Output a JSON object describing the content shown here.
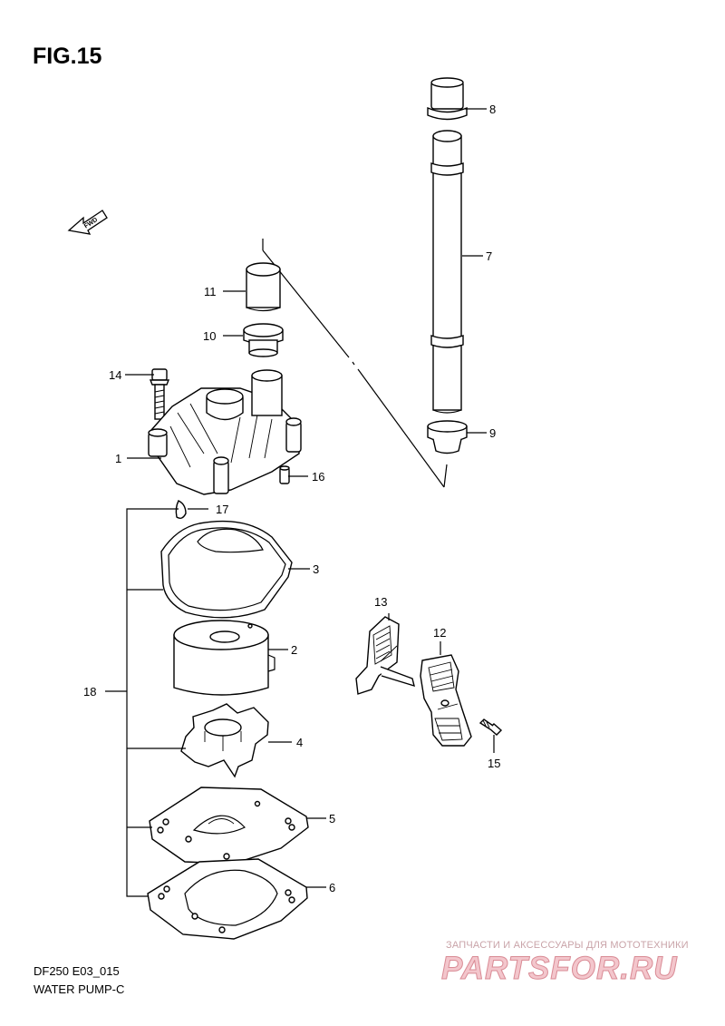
{
  "figure": {
    "title": "FIG.15",
    "code": "DF250 E03_015",
    "caption": "WATER PUMP-C"
  },
  "fwd_label": "FWD",
  "callouts": [
    "1",
    "2",
    "3",
    "4",
    "5",
    "6",
    "7",
    "8",
    "9",
    "10",
    "11",
    "12",
    "13",
    "14",
    "15",
    "16",
    "17",
    "18"
  ],
  "watermark": {
    "subtitle": "ЗАПЧАСТИ И АКСЕССУАРЫ ДЛЯ МОТОТЕХНИКИ",
    "brand": "PARTSFOR.RU"
  }
}
